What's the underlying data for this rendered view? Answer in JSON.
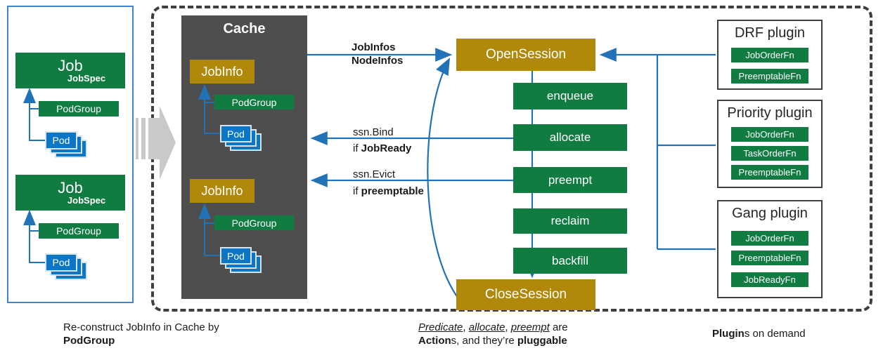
{
  "colors": {
    "green": "#107C41",
    "gold": "#B0890B",
    "pod_blue": "#0C76C6",
    "connector_blue": "#2272B8",
    "cache_gray": "#4E4E4E",
    "dashed_border_gray": "#3F3F3F",
    "left_panel_blue": "#3E86C8",
    "flow_arrow_gray": "#C9C9C9"
  },
  "left_panel": {
    "jobs": [
      {
        "title": "Job",
        "subtitle": "JobSpec",
        "podgroup": "PodGroup",
        "pod": "Pod"
      },
      {
        "title": "Job",
        "subtitle": "JobSpec",
        "podgroup": "PodGroup",
        "pod": "Pod"
      }
    ]
  },
  "cache": {
    "title": "Cache",
    "groups": [
      {
        "jobinfo": "JobInfo",
        "podgroup": "PodGroup",
        "pod": "Pod"
      },
      {
        "jobinfo": "JobInfo",
        "podgroup": "PodGroup",
        "pod": "Pod"
      }
    ]
  },
  "pipeline": {
    "open_session": "OpenSession",
    "actions": [
      "enqueue",
      "allocate",
      "preempt",
      "reclaim",
      "backfill"
    ],
    "close_session": "CloseSession"
  },
  "edges": {
    "cache_to_open": {
      "line1": "JobInfos",
      "line2": "NodeInfos"
    },
    "bind": {
      "line1": "ssn.Bind",
      "line2_prefix": "if ",
      "line2_bold": "JobReady"
    },
    "evict": {
      "line1": "ssn.Evict",
      "line2_prefix": "if ",
      "line2_bold": "preemptable"
    }
  },
  "plugins": [
    {
      "title": "DRF plugin",
      "functions": [
        "JobOrderFn",
        "PreemptableFn"
      ]
    },
    {
      "title": "Priority plugin",
      "functions": [
        "JobOrderFn",
        "TaskOrderFn",
        "PreemptableFn"
      ]
    },
    {
      "title": "Gang plugin",
      "functions": [
        "JobOrderFn",
        "PreemptableFn",
        "JobReadyFn"
      ]
    }
  ],
  "captions": {
    "left": {
      "line1": "Re-construct JobInfo in Cache by",
      "line2": "PodGroup"
    },
    "center": {
      "w1": "Predicate",
      "c1": ", ",
      "w2": "allocate",
      "c2": ", ",
      "w3": "preempt",
      "end": " are",
      "b1": "Action",
      "mid": "s, and they’re ",
      "b2": "pluggable"
    },
    "right": {
      "bold": "Plugin",
      "rest": "s on demand"
    }
  }
}
